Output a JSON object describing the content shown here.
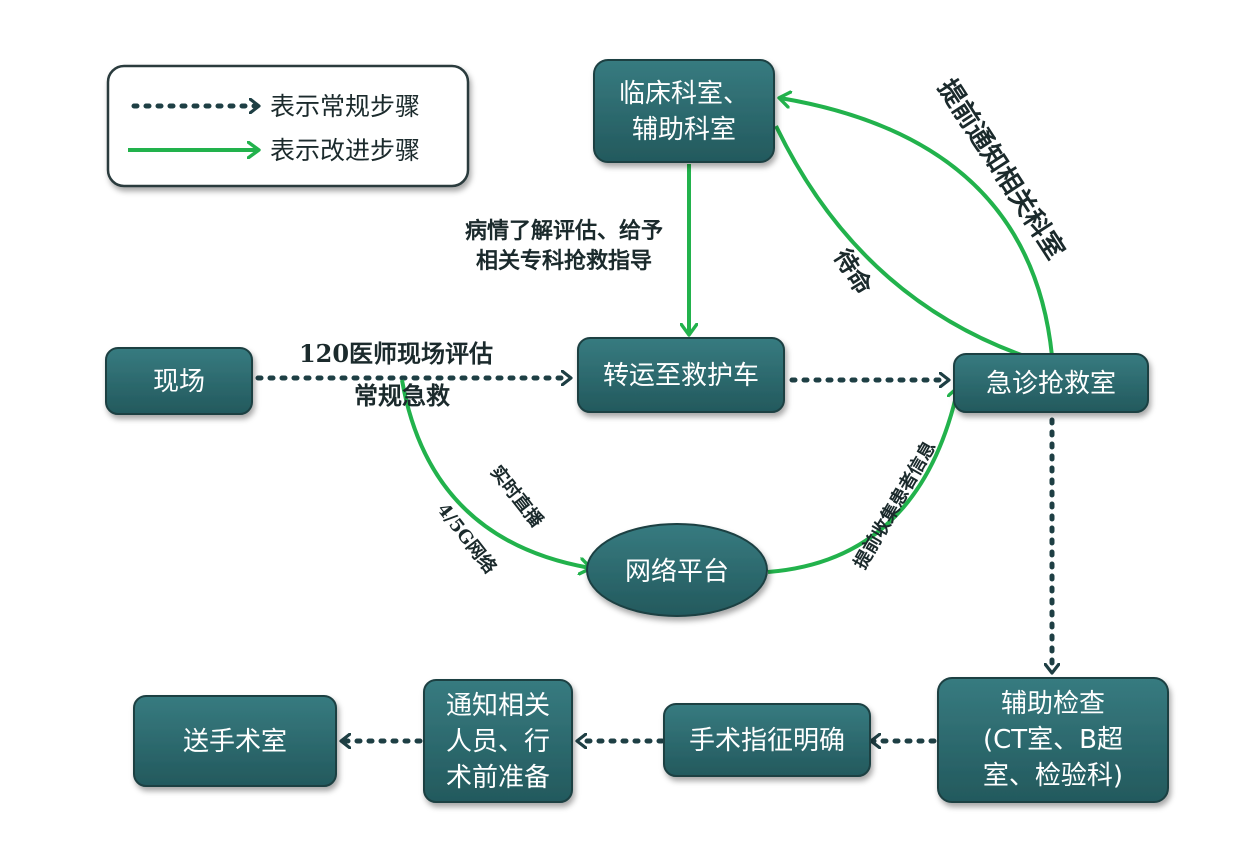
{
  "colors": {
    "box_fill": "#2b6a6e",
    "box_stroke": "#1b3f42",
    "box_text": "#ffffff",
    "regular_arrow": "#1e3f44",
    "improved_arrow": "#22b24c"
  },
  "legend": {
    "regular_label": "表示常规步骤",
    "improved_label": "表示改进步骤"
  },
  "nodes": {
    "clinical_dept": [
      "临床科室、",
      "辅助科室"
    ],
    "scene": "现场",
    "ambulance": "转运至救护车",
    "er": "急诊抢救室",
    "network_platform": "网络平台",
    "aux_exam": [
      "辅助检查",
      "(CT室、B超",
      "室、检验科)"
    ],
    "surgery_indication": "手术指征明确",
    "notify_staff": [
      "通知相关",
      "人员、行",
      "术前准备"
    ],
    "operating_room": "送手术室"
  },
  "labels": {
    "assessment_guidance": [
      "病情了解评估、给予",
      "相关专科抢救指导"
    ],
    "on_site_eval": "120医师现场评估",
    "routine_aid": "常规急救",
    "live_stream": "实时直播",
    "network_type": "4/5G网络",
    "collect_info": "提前收集患者信息",
    "standby": "待命",
    "notify_dept": "提前通知相关科室"
  }
}
